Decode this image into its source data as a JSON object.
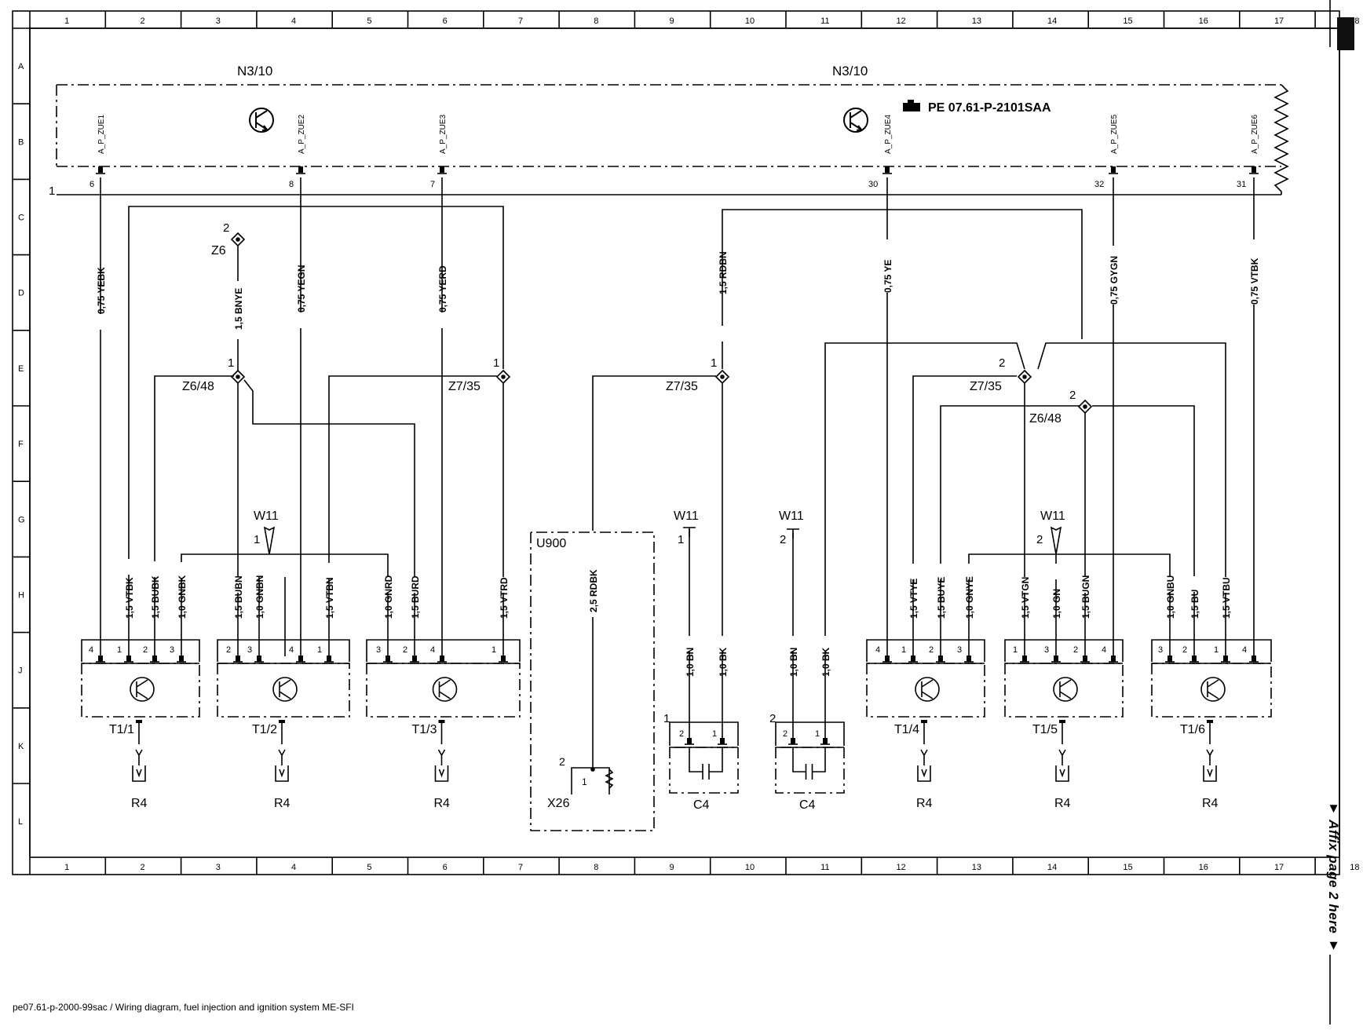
{
  "border": {
    "columns": [
      "1",
      "2",
      "3",
      "4",
      "5",
      "6",
      "7",
      "8",
      "9",
      "10",
      "11",
      "12",
      "13",
      "14",
      "15",
      "16",
      "17",
      "18"
    ],
    "rows": [
      "A",
      "B",
      "C",
      "D",
      "E",
      "F",
      "G",
      "H",
      "J",
      "K",
      "L"
    ]
  },
  "control_unit": {
    "labels": [
      "N3/10",
      "N3/10"
    ],
    "reference": "PE 07.61-P-2101SAA",
    "ground_label": "1",
    "outputs": [
      {
        "signal": "A_P_ZUE1",
        "pin": "6"
      },
      {
        "signal": "A_P_ZUE2",
        "pin": "8"
      },
      {
        "signal": "A_P_ZUE3",
        "pin": "7"
      },
      {
        "signal": "A_P_ZUE4",
        "pin": "30"
      },
      {
        "signal": "A_P_ZUE5",
        "pin": "32"
      },
      {
        "signal": "A_P_ZUE6",
        "pin": "31"
      }
    ]
  },
  "wires": {
    "upper": [
      "0,75 YEBK",
      "1,5 BNYE",
      "0,75 YEGN",
      "0,75 YERD",
      "1,5 RDBN",
      "0,75 YE",
      "0,75 GYGN",
      "0,75 VTBK"
    ],
    "lower": [
      "1,5 VTBK",
      "1,5 BUBK",
      "1,0 GNBK",
      "1,5 BUBN",
      "1,0 GNBN",
      "1,5 VTBN",
      "1,0 GNRD",
      "1,5 BURD",
      "1,5 VTRD",
      "2,5 RDBK",
      "1,0 BN",
      "1,0 BK",
      "1,0 BN",
      "1,0 BK",
      "1,5 VTYE",
      "1,5 BUYE",
      "1,0 GNYE",
      "1,5 VTGN",
      "1,0 GN",
      "1,5 BUGN",
      "1,0 GNBU",
      "1,5 BU",
      "1,5 VTBU"
    ]
  },
  "connectors": {
    "z6": {
      "label": "Z6",
      "pin": "2"
    },
    "z6_48_left": {
      "label": "Z6/48",
      "pin": "1"
    },
    "z7_35_left": {
      "label": "Z7/35",
      "pin": "1"
    },
    "z7_35_mid": {
      "label": "Z7/35",
      "pin": "1"
    },
    "z7_35_right": {
      "label": "Z7/35",
      "pin": "2"
    },
    "z6_48_right": {
      "label": "Z6/48",
      "pin": "2"
    }
  },
  "grounds": [
    {
      "label": "W11",
      "pin": "1"
    },
    {
      "label": "W11",
      "pin": "1"
    },
    {
      "label": "W11",
      "pin": "2"
    },
    {
      "label": "W11",
      "pin": "2"
    }
  ],
  "transformers": [
    {
      "label": "T1/1",
      "pins": [
        "4",
        "1",
        "2",
        "3"
      ]
    },
    {
      "label": "T1/2",
      "pins": [
        "2",
        "3",
        "4",
        "1"
      ]
    },
    {
      "label": "T1/3",
      "pins": [
        "3",
        "2",
        "4",
        "1"
      ]
    },
    {
      "label": "T1/4",
      "pins": [
        "4",
        "1",
        "2",
        "3"
      ]
    },
    {
      "label": "T1/5",
      "pins": [
        "1",
        "3",
        "2",
        "4"
      ]
    },
    {
      "label": "T1/6",
      "pins": [
        "3",
        "2",
        "1",
        "4"
      ]
    }
  ],
  "spark_plug_label": "R4",
  "u900": {
    "label": "U900",
    "connector": "X26",
    "pins": [
      "2",
      "1"
    ]
  },
  "capacitors": [
    {
      "label": "C4",
      "index": "1",
      "pins": [
        "2",
        "1"
      ]
    },
    {
      "label": "C4",
      "index": "2",
      "pins": [
        "2",
        "1"
      ]
    }
  ],
  "footer": "pe07.61-p-2000-99sac / Wiring diagram, fuel injection and ignition system ME-SFI",
  "side_note": "▼ Affix page 2 here ▼"
}
